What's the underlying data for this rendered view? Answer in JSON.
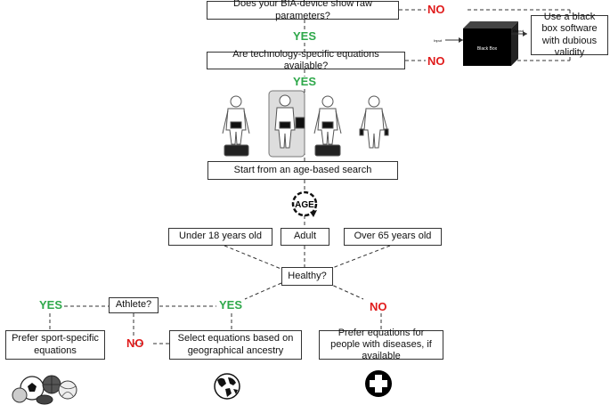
{
  "nodes": {
    "raw_params": "Does your BIA-device show raw parameters?",
    "tech_equations": "Are technology-specific equations available?",
    "black_box": "Use a black box software with dubious validity",
    "age_search": "Start from an age-based search",
    "under18": "Under 18 years old",
    "adult": "Adult",
    "over65": "Over 65 years old",
    "healthy": "Healthy?",
    "athlete": "Athlete?",
    "sport": "Prefer sport-specific equations",
    "geo": "Select equations based on geographical ancestry",
    "disease": "Prefer equations for people with diseases, if available"
  },
  "labels": {
    "no1": "NO",
    "yes1": "YES",
    "no2": "NO",
    "yes2": "YES",
    "yes_athlete": "YES",
    "yes_healthy": "YES",
    "no_athlete": "NO",
    "no_healthy": "NO"
  },
  "icons": {
    "age": "AGE",
    "black_box_input": "Input",
    "black_box_core": "Black Box",
    "black_box_output": "Output"
  }
}
